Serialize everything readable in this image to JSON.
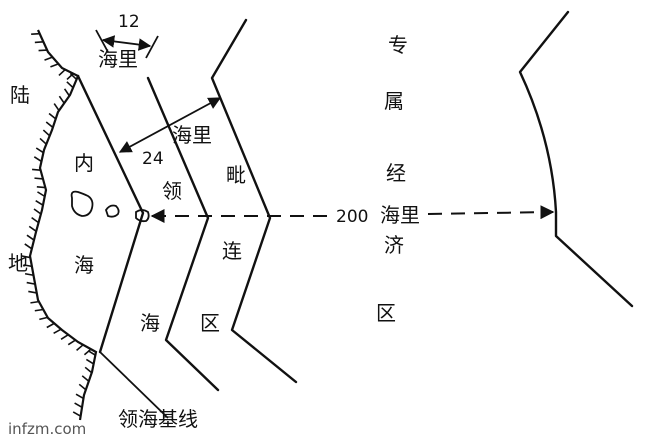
{
  "labels": {
    "land": [
      "陆",
      "地"
    ],
    "internal_waters": [
      "内",
      "海"
    ],
    "territorial_sea": [
      "领",
      "海"
    ],
    "contiguous_zone": [
      "毗",
      "连",
      "区"
    ],
    "eez": [
      "专",
      "属",
      "经",
      "济",
      "区"
    ],
    "baseline": "领海基线"
  },
  "measurements": {
    "d12_value": "12",
    "d12_unit": "海里",
    "d24_value": "24",
    "d24_unit": "海里",
    "d200_value": "200",
    "d200_unit": "海里"
  },
  "watermark": "infzm.com"
}
